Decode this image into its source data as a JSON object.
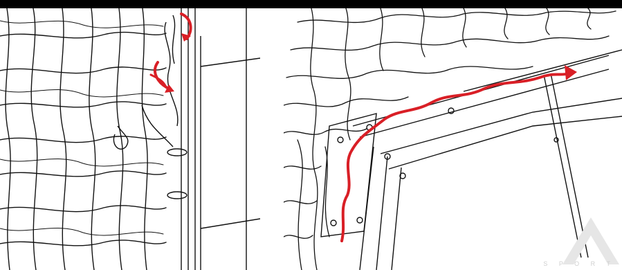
{
  "colors": {
    "line": "#111111",
    "accent": "#d91f26",
    "watermark": "#d0d0d0",
    "background": "#ffffff",
    "bar": "#000000"
  },
  "panels": [
    {
      "id": "left",
      "icons": [
        "net-mesh",
        "frame-post",
        "curved-arrow-down",
        "curved-arrow-down"
      ]
    },
    {
      "id": "right",
      "icons": [
        "net-mesh",
        "frame-corner-plate",
        "route-arrow"
      ]
    }
  ],
  "watermark": {
    "text": "S P O R T"
  }
}
